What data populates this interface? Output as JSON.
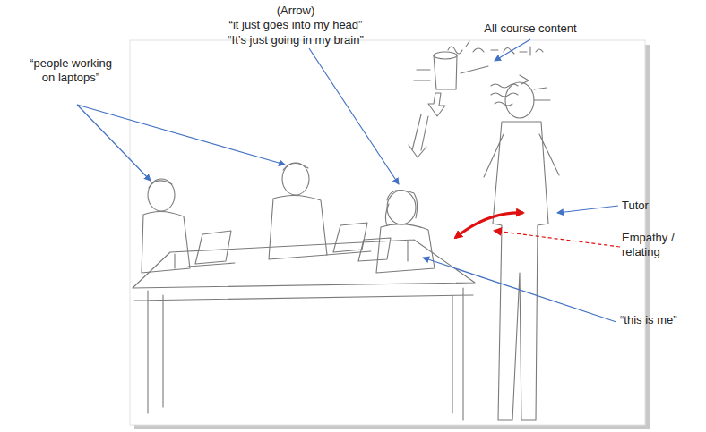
{
  "diagram": {
    "labels": [
      "(Arrow)",
      "“it just goes into my head”",
      "“It’s just going in my brain”",
      "All course content",
      "“people working on laptops”",
      "Tutor",
      "Empathy / relating",
      "“this is me”"
    ]
  }
}
